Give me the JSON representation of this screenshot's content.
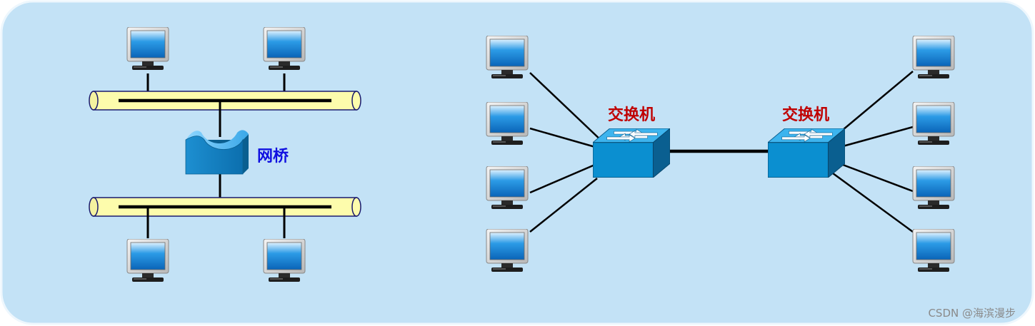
{
  "colors": {
    "panel": "#c3e2f6",
    "panel_edge": "#eef7fd",
    "bus_fill": "#fdfcac",
    "bus_stroke": "#1a1a6e",
    "wire": "#000000",
    "bridge_label": "#1010e0",
    "switch_label": "#c00000",
    "switch_front": "#0b8fd0",
    "switch_top": "#3cb2ec",
    "switch_side": "#0a5f90",
    "screen": "#1a8ad8",
    "monitor_body": "#e4e4e4"
  },
  "icons": {
    "pc": "desktop-computer-icon",
    "bridge": "bridge-icon",
    "switch": "switch-icon",
    "bus": "ethernet-bus"
  },
  "left": {
    "bridge_label": "网桥"
  },
  "right": {
    "switch_a_label": "交换机",
    "switch_b_label": "交换机"
  },
  "watermark": "CSDN @海滨漫步"
}
